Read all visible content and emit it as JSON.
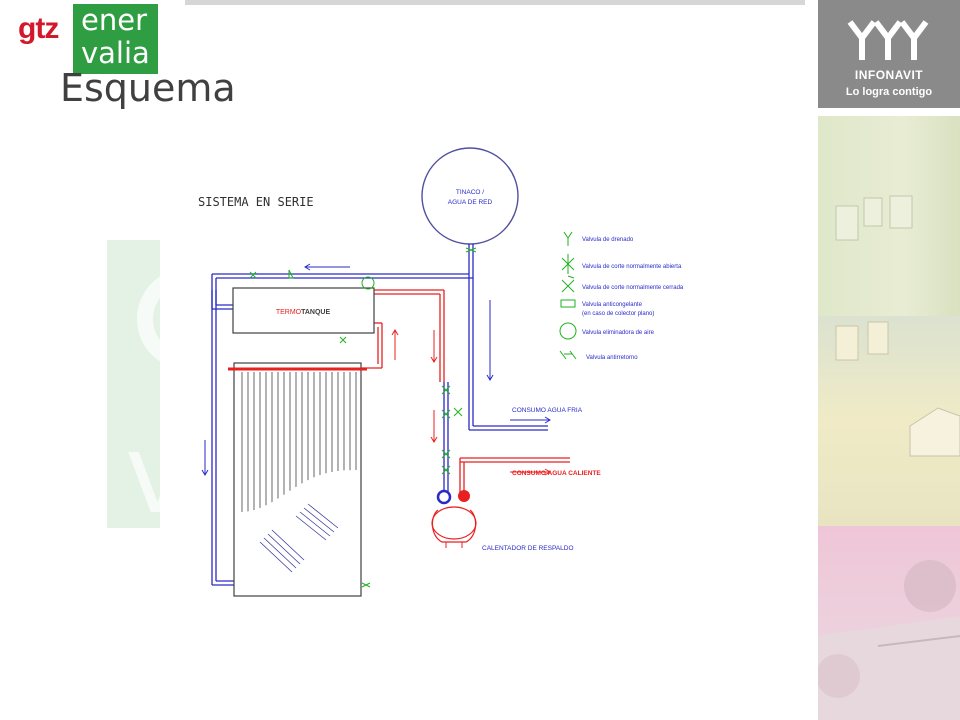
{
  "header": {
    "brand_gtz": "gtz",
    "brand_line1": "ener",
    "brand_line2": "valia",
    "title": "Esquema"
  },
  "sidebar": {
    "logo_name": "INFONAVIT",
    "logo_tagline": "Lo logra contigo"
  },
  "diagram": {
    "system_title": "SISTEMA EN SERIE",
    "tank_label": "TINACO /",
    "tank_label2": "AGUA DE RED",
    "storage_prefix": "TERMO",
    "storage_suffix": "TANQUE",
    "cold_outlet": "CONSUMO AGUA FRIA",
    "hot_outlet": "CONSUMO AGUA CALIENTE",
    "backup_heater": "CALENTADOR DE RESPALDO",
    "legend": [
      {
        "label": "Valvula de drenado",
        "icon": "drain-valve-icon"
      },
      {
        "label": "Valvula de corte normalmente abierta",
        "icon": "open-cutoff-valve-icon"
      },
      {
        "label": "Valvula de corte normalmente cerrada",
        "icon": "closed-cutoff-valve-icon"
      },
      {
        "label": "Valvula anticongelante",
        "label2": "(en caso de colector plano)",
        "icon": "antifreeze-valve-icon"
      },
      {
        "label": "Valvula eliminadora de aire",
        "icon": "air-release-valve-icon"
      },
      {
        "label": "Valvula antirretorno",
        "icon": "check-valve-icon"
      }
    ]
  },
  "colors": {
    "cold_pipe": "#2a2ac8",
    "hot_pipe": "#e82020",
    "valve": "#22b022",
    "brand_green": "#2f9d42",
    "brand_red": "#d4182c"
  }
}
